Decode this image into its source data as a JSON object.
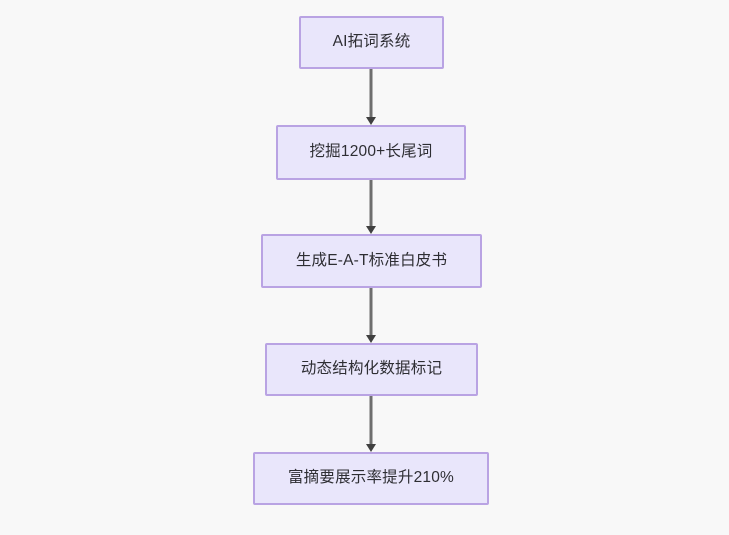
{
  "diagram": {
    "type": "flowchart",
    "direction": "top-to-bottom",
    "background_color": "#f8f8f8",
    "node_fill_color": "#e9e6fb",
    "node_border_color": "#b9a3e3",
    "node_text_color": "#2e2e33",
    "edge_color": "#6e6e6e",
    "arrowhead_color": "#404040",
    "nodes": [
      {
        "id": "n1",
        "label": "AI拓词系统"
      },
      {
        "id": "n2",
        "label": "挖掘1200+长尾词"
      },
      {
        "id": "n3",
        "label": "生成E-A-T标准白皮书"
      },
      {
        "id": "n4",
        "label": "动态结构化数据标记"
      },
      {
        "id": "n5",
        "label": "富摘要展示率提升210%"
      }
    ],
    "edges": [
      {
        "from": "n1",
        "to": "n2",
        "label": ""
      },
      {
        "from": "n2",
        "to": "n3",
        "label": ""
      },
      {
        "from": "n3",
        "to": "n4",
        "label": ""
      },
      {
        "from": "n4",
        "to": "n5",
        "label": ""
      }
    ]
  }
}
